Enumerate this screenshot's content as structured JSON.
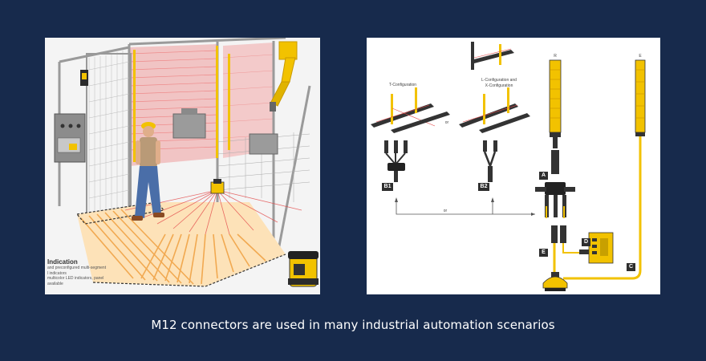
{
  "caption": "M12 connectors are used in many industrial automation scenarios",
  "left_panel": {
    "indication_title": "Indication",
    "indication_lines": [
      "and preconfigured multi-segment",
      "l indicators",
      "multicolor LED indicators, panel",
      "available"
    ]
  },
  "right_panel": {
    "t_config_label": "T-Configuration",
    "lx_config_label_1": "L-Configuration and",
    "lx_config_label_2": "X-Configuration",
    "or_label_1": "or",
    "or_label_2": "or",
    "r_label": "R",
    "e_label": "E",
    "boxes": {
      "a": "A",
      "b1": "B1",
      "b2": "B2",
      "c": "C",
      "d": "D",
      "e": "E"
    }
  },
  "colors": {
    "background": "#172a4c",
    "safety_yellow": "#f2c200",
    "laser_red": "#e34a4a",
    "floor_orange": "#f0a040"
  }
}
